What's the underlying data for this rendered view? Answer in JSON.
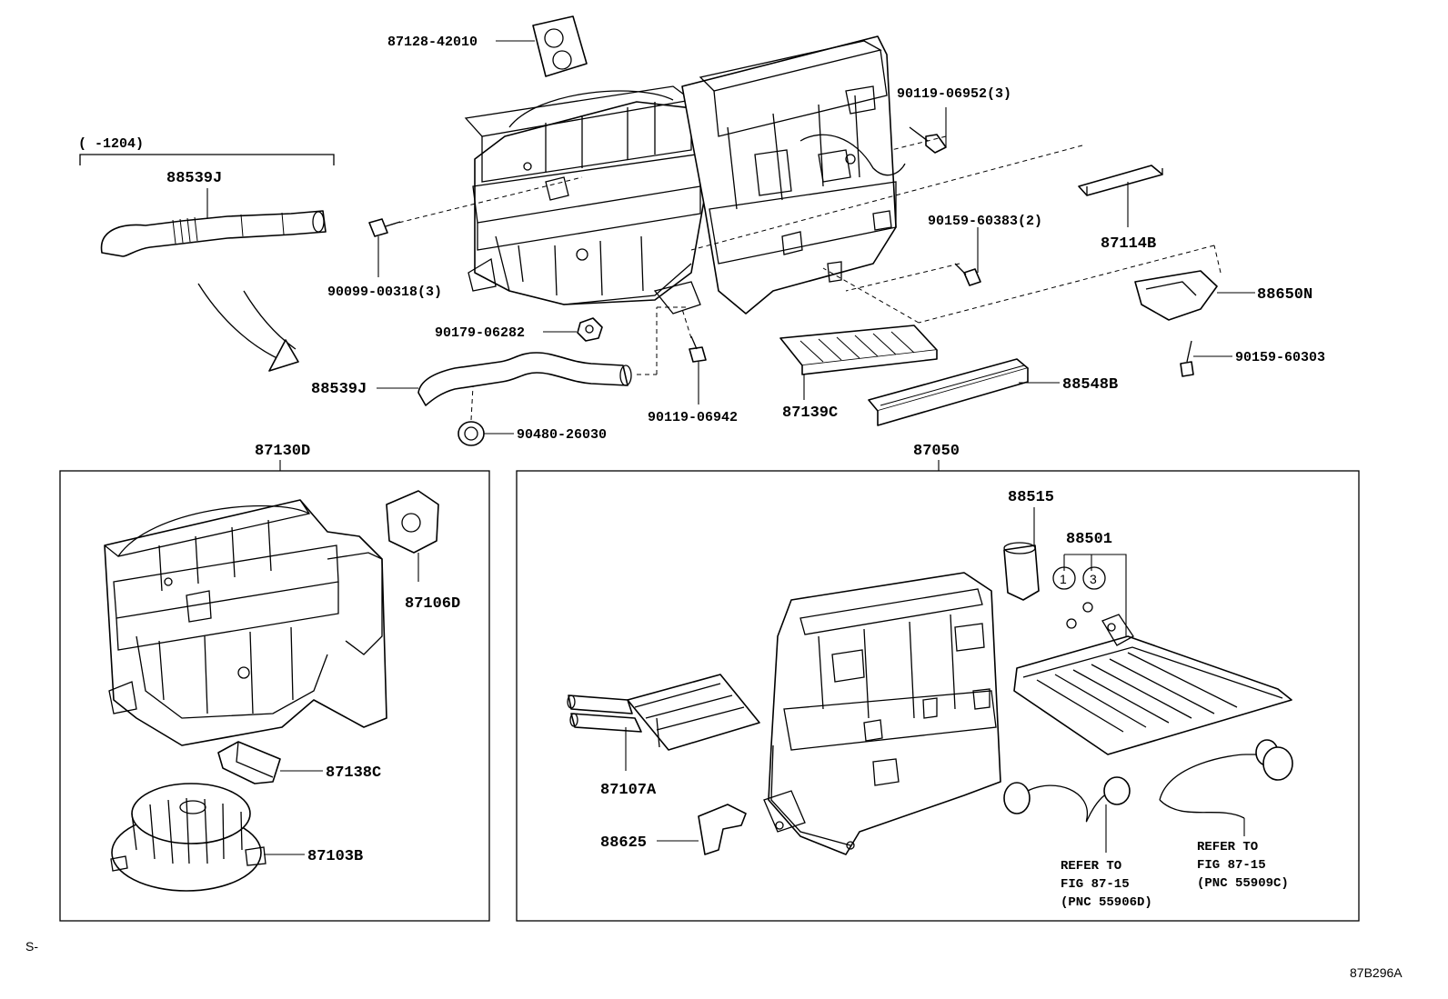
{
  "diagram_id": "87B296A",
  "corner_mark": "S-",
  "bracket_note": "(     -1204)",
  "groups": {
    "blower_unit": "87130D",
    "heater_unit": "87050"
  },
  "callouts": {
    "c87128_42010": "87128-42010",
    "c90119_06952": "90119-06952(3)",
    "c88539J_top": "88539J",
    "c87114B": "87114B",
    "c90159_60383": "90159-60383(2)",
    "c90099_00318": "90099-00318(3)",
    "c88650N": "88650N",
    "c90179_06282": "90179-06282",
    "c90159_60303": "90159-60303",
    "c88539J_mid": "88539J",
    "c88548B": "88548B",
    "c90119_06942": "90119-06942",
    "c87139C": "87139C",
    "c90480_26030": "90480-26030",
    "c87106D": "87106D",
    "c87138C": "87138C",
    "c87103B": "87103B",
    "c88515": "88515",
    "c88501": "88501",
    "c87107A": "87107A",
    "c88625": "88625"
  },
  "circled_refs": [
    "1",
    "3"
  ],
  "refer_notes": {
    "left": {
      "line1": "REFER TO",
      "line2": "FIG 87-15",
      "line3": "(PNC 55906D)"
    },
    "right": {
      "line1": "REFER TO",
      "line2": "FIG 87-15",
      "line3": "(PNC 55909C)"
    }
  }
}
